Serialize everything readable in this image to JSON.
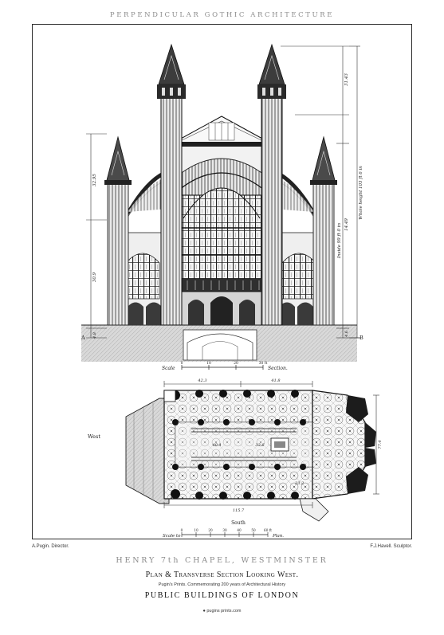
{
  "sheet": {
    "header": "PERPENDICULAR GOTHIC ARCHITECTURE",
    "left_credit": "A.Pugin. Director.",
    "right_credit": "F.J.Havell. Sculptor.",
    "title": "HENRY 7th CHAPEL, WESTMINSTER",
    "subtitle": "Plan & Transverse Section Looking West.",
    "tagline": "Pugin's Prints. Commemorating 200 years of Architectural History",
    "series": "PUBLIC BUILDINGS OF LONDON",
    "website": "pugins prints.com"
  },
  "section_drawing": {
    "mark_a": "A",
    "mark_b": "B",
    "left_dims": [
      "32.95",
      "30.9",
      "4.8"
    ],
    "right_dims": [
      "31.43",
      "14.49",
      "Inside 99 ft 0 in",
      "Whole height 103 ft 6 in",
      "4.6"
    ],
    "scale_label": "Scale",
    "scale_ticks": [
      "0",
      "10",
      "20",
      "30 ft"
    ],
    "scale_suffix": "Section."
  },
  "plan_drawing": {
    "west_label": "West",
    "south_label": "South",
    "top_dims": [
      "42.3",
      "41.8"
    ],
    "inner_dims": [
      "40.4",
      "33.6"
    ],
    "right_dim": "77.4",
    "corner_dim": "23.2",
    "bottom_dim": "115.7",
    "scale_label": "Scale to",
    "scale_ticks": [
      "0",
      "10",
      "20",
      "30",
      "40",
      "50",
      "60 ft"
    ],
    "scale_suffix": "Plan."
  }
}
